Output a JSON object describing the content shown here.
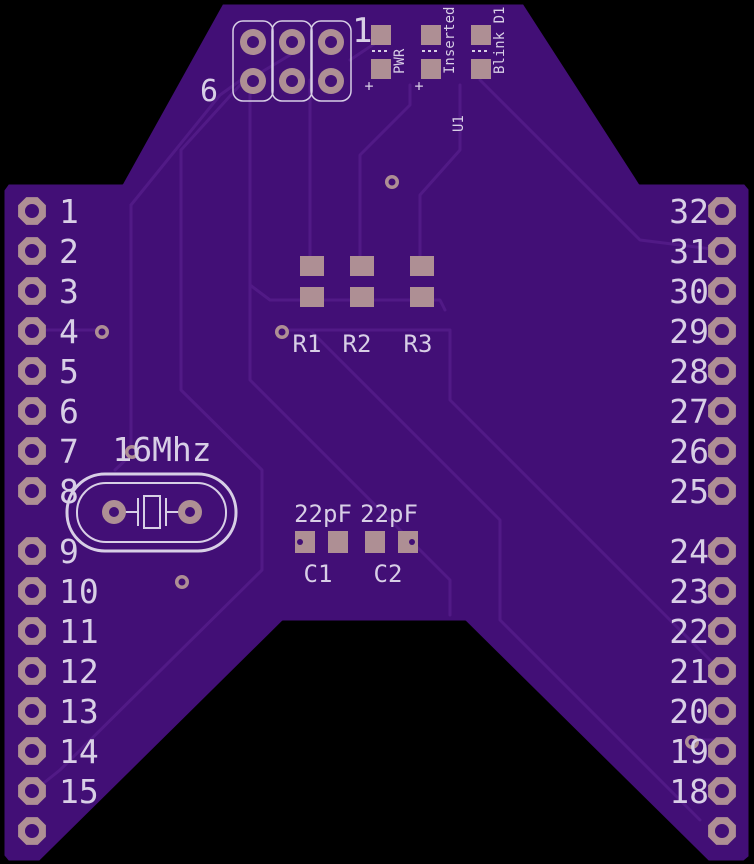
{
  "colors": {
    "board": "#420f76",
    "trace": "#511a86",
    "pad": "#ae8f94",
    "drill": "#420f76",
    "silk": "#d8cfe6",
    "outline": "#000000"
  },
  "header": {
    "pin1_label": "1",
    "pin6_label": "6",
    "plus_mark": "+"
  },
  "leds": [
    {
      "label": "PWR",
      "plus": "+"
    },
    {
      "label": "Inserted",
      "plus": "+"
    },
    {
      "label": "Blink D1",
      "plus": ""
    }
  ],
  "u1_label": "U1",
  "resistors": [
    "R1",
    "R2",
    "R3"
  ],
  "crystal": {
    "label": "16Mhz"
  },
  "capacitors": [
    {
      "value": "22pF",
      "ref": "C1"
    },
    {
      "value": "22pF",
      "ref": "C2"
    }
  ],
  "left_pins": [
    "1",
    "2",
    "3",
    "4",
    "5",
    "6",
    "7",
    "8",
    "",
    "9",
    "10",
    "11",
    "12",
    "13",
    "14",
    "15",
    ""
  ],
  "right_pins": [
    "32",
    "31",
    "30",
    "29",
    "28",
    "27",
    "26",
    "25",
    "",
    "24",
    "23",
    "22",
    "21",
    "20",
    "19",
    "18",
    ""
  ]
}
